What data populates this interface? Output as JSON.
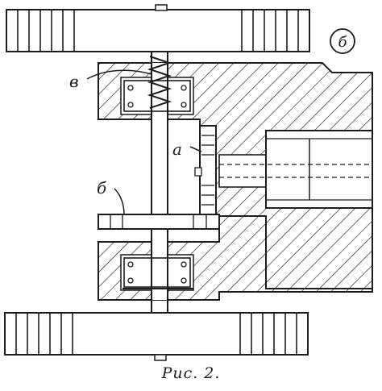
{
  "figure": {
    "badge_label": "б",
    "labels": {
      "spring": "в",
      "hub": "а",
      "flange": "б"
    },
    "caption": "Рис. 2.",
    "colors": {
      "ink": "#1c1c1c",
      "paper": "#ffffff"
    }
  }
}
